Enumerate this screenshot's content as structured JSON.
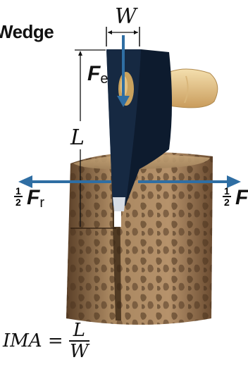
{
  "title": "Wedge",
  "labels": {
    "width": "W",
    "length": "L",
    "effort_force": "F",
    "effort_sub": "e",
    "half_num": "1",
    "half_den": "2",
    "resistance_force": "F",
    "resistance_sub": "r"
  },
  "formula": {
    "lhs": "IMA =",
    "numerator": "L",
    "denominator": "W"
  },
  "colors": {
    "arrow": "#2f6ea3",
    "wedge": "#0d1b2e",
    "handle": "#e2c27e",
    "wood": "#9a7a55"
  }
}
